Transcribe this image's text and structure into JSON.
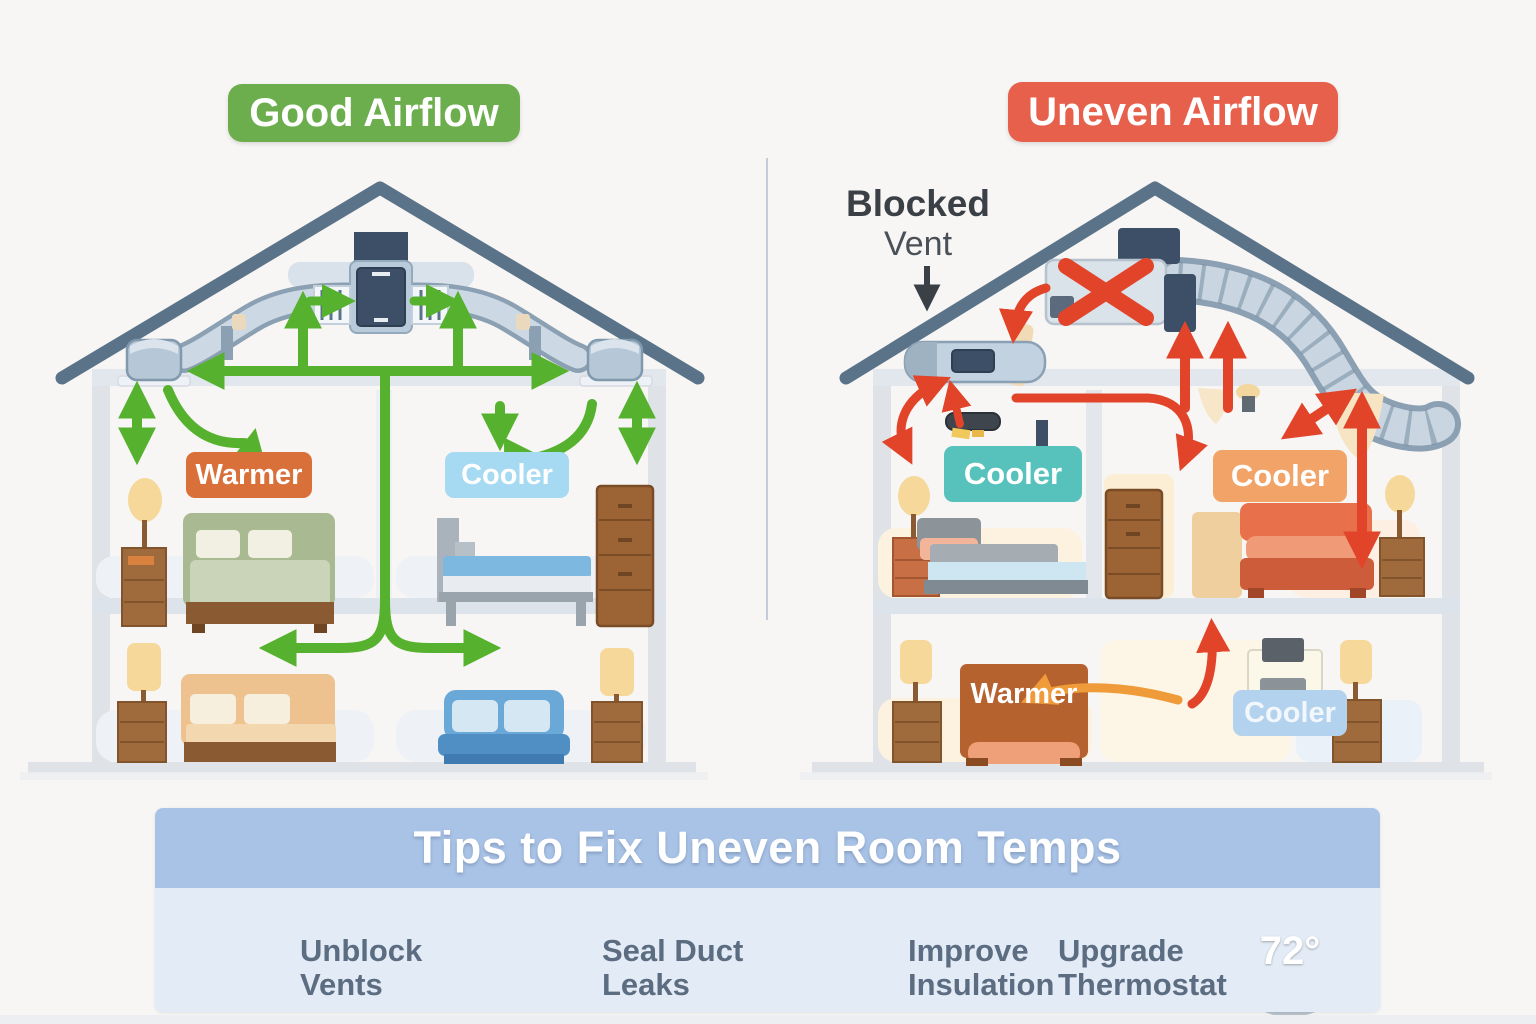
{
  "infographic": {
    "left_panel": {
      "title": "Good Airflow",
      "room_labels": {
        "upper_left": "Warmer",
        "upper_right": "Cooler"
      }
    },
    "right_panel": {
      "title": "Uneven Airflow",
      "callout": {
        "line1": "Blocked",
        "line2": "Vent"
      },
      "room_labels": {
        "upper_left": "Cooler",
        "upper_right": "Cooler",
        "lower_left": "Warmer",
        "lower_right": "Cooler"
      }
    },
    "footer": {
      "title": "Tips to Fix Uneven Room Temps",
      "tips": [
        {
          "icon": "vent-grille-icon",
          "line1": "Unblock",
          "line2": "Vents"
        },
        {
          "icon": "duct-icon",
          "line1": "Seal Duct",
          "line2": "Leaks"
        },
        {
          "icon": "insulation-icon",
          "line1": "Improve",
          "line2": "Insulation"
        },
        {
          "icon": "thermostat-icon",
          "line1": "Upgrade",
          "line2": "Thermostat"
        }
      ],
      "thermostat_reading": "72°"
    },
    "colors": {
      "good_accent": "#6cae4d",
      "bad_accent": "#e7604c",
      "airflow_good": "#56b22e",
      "airflow_bad": "#e2442a",
      "airflow_warm": "#f09b3a",
      "warmer_badge": "#d9703a",
      "cooler_badge_light_blue": "#a6d9f2",
      "cooler_badge_teal": "#57c2bb",
      "cooler_badge_orange": "#f2a368",
      "cooler_badge_soft_blue": "#b3d2ee",
      "banner_band": "#a9c3e7",
      "banner_body": "#e3ebf6",
      "thermostat_face": "#2d5080",
      "roof": "#5b7389"
    }
  }
}
